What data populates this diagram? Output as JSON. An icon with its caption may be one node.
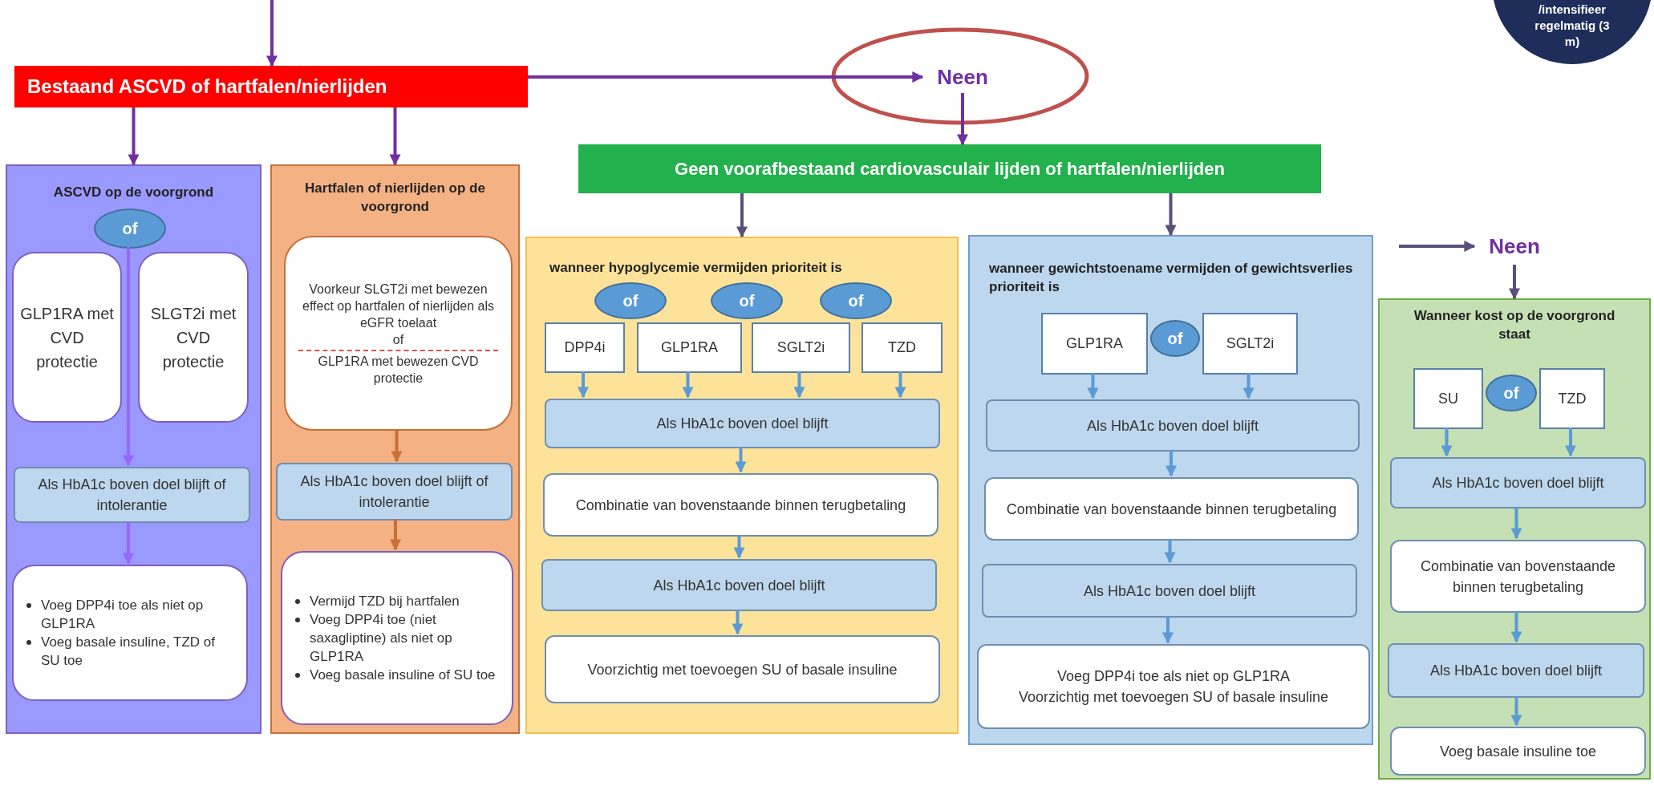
{
  "diagram": {
    "nodes": [
      {
        "text": [
          "Bestaand ASCVD of hartfalen/nierlijden"
        ]
      },
      {
        "text": [
          "Neen"
        ]
      },
      {
        "text": [
          "/intensifieer regelmatig (3 m)"
        ]
      },
      {
        "text": [
          "Geen voorafbestaand cardiovasculair lijden of hartfalen/nierlijden"
        ]
      },
      {
        "text": [
          "ASCVD op de voorgrond"
        ]
      },
      {
        "text": [
          "of"
        ],
        "in": 4
      },
      {
        "text": [
          "GLP1RA met CVD protectie"
        ],
        "in": 4
      },
      {
        "text": [
          "SLGT2i met CVD protectie"
        ],
        "in": 4
      },
      {
        "text": [
          "Als HbA1c boven doel blijft of intolerantie"
        ],
        "in": 4
      },
      {
        "text": [
          "Voeg DPP4i toe als niet op GLP1RA",
          "Voeg basale insuline, TZD of SU toe"
        ],
        "in": 4
      },
      {
        "text": [
          "Hartfalen of nierlijden op de voorgrond"
        ]
      },
      {
        "text": [
          "Voorkeur SLGT2i met bewezen effect op hartfalen of nierlijden als eGFR toelaat",
          "of",
          "GLP1RA met bewezen CVD protectie"
        ],
        "in": 10
      },
      {
        "text": [
          "Als HbA1c boven doel blijft of intolerantie"
        ],
        "in": 10
      },
      {
        "text": [
          "Vermijd TZD bij hartfalen",
          "Voeg DPP4i toe (niet saxagliptine) als niet op GLP1RA",
          "Voeg basale insuline of SU toe"
        ],
        "in": 10
      },
      {
        "text": [
          "wanneer hypoglycemie vermijden prioriteit is"
        ]
      },
      {
        "text": [
          "of"
        ],
        "in": 14
      },
      {
        "text": [
          "of"
        ],
        "in": 14
      },
      {
        "text": [
          "of"
        ],
        "in": 14
      },
      {
        "text": [
          "DPP4i"
        ],
        "in": 14
      },
      {
        "text": [
          "GLP1RA"
        ],
        "in": 14
      },
      {
        "text": [
          "SGLT2i"
        ],
        "in": 14
      },
      {
        "text": [
          "TZD"
        ],
        "in": 14
      },
      {
        "text": [
          "Als HbA1c boven doel blijft"
        ],
        "in": 14
      },
      {
        "text": [
          "Combinatie van bovenstaande binnen terugbetaling"
        ],
        "in": 14
      },
      {
        "text": [
          "Als HbA1c boven doel blijft"
        ],
        "in": 14
      },
      {
        "text": [
          "Voorzichtig met toevoegen SU of basale insuline"
        ],
        "in": 14
      },
      {
        "text": [
          "wanneer gewichtstoename vermijden of gewichtsverlies prioriteit is"
        ]
      },
      {
        "text": [
          "of"
        ],
        "in": 26
      },
      {
        "text": [
          "GLP1RA"
        ],
        "in": 26
      },
      {
        "text": [
          "SGLT2i"
        ],
        "in": 26
      },
      {
        "text": [
          "Als HbA1c boven doel blijft"
        ],
        "in": 26
      },
      {
        "text": [
          "Combinatie van bovenstaande binnen terugbetaling"
        ],
        "in": 26
      },
      {
        "text": [
          "Als HbA1c boven doel blijft"
        ],
        "in": 26
      },
      {
        "text": [
          "Voeg DPP4i toe als niet op GLP1RA",
          "Voorzichtig met toevoegen SU of basale insuline"
        ],
        "in": 26
      },
      {
        "text": [
          "Neen"
        ]
      },
      {
        "text": [
          "Wanneer kost op de voorgrond staat"
        ]
      },
      {
        "text": [
          "of"
        ],
        "in": 35
      },
      {
        "text": [
          "SU"
        ],
        "in": 35
      },
      {
        "text": [
          "TZD"
        ],
        "in": 35
      },
      {
        "text": [
          "Als HbA1c boven doel blijft"
        ],
        "in": 35
      },
      {
        "text": [
          "Combinatie van bovenstaande binnen terugbetaling"
        ],
        "in": 35
      },
      {
        "text": [
          "Als HbA1c boven doel blijft"
        ],
        "in": 35
      },
      {
        "text": [
          "Voeg basale insuline toe"
        ],
        "in": 35
      }
    ],
    "edges": [
      {
        "from": null,
        "to": 0,
        "arrow": "to",
        "color": "#7030a0"
      },
      {
        "from": 0,
        "to": 1,
        "arrow": "to",
        "color": "#7030a0"
      },
      {
        "from": 1,
        "to": 3,
        "arrow": "to",
        "color": "#7030a0"
      },
      {
        "from": 0,
        "to": 4,
        "arrow": "to",
        "color": "#7030a0"
      },
      {
        "from": 0,
        "to": 10,
        "arrow": "to",
        "color": "#7030a0"
      },
      {
        "from": 3,
        "to": 14,
        "arrow": "to",
        "color": "#5b4f7a"
      },
      {
        "from": 3,
        "to": 26,
        "arrow": "to",
        "color": "#5b4f7a"
      },
      {
        "from": 5,
        "to": 8,
        "arrow": "to",
        "color": "#9966ff"
      },
      {
        "from": 8,
        "to": 9,
        "arrow": "to",
        "color": "#9966ff"
      },
      {
        "from": 11,
        "to": 12,
        "arrow": "to",
        "color": "#c8703a"
      },
      {
        "from": 12,
        "to": 13,
        "arrow": "to",
        "color": "#c8703a"
      },
      {
        "from": 18,
        "to": 22,
        "arrow": "to"
      },
      {
        "from": 19,
        "to": 22,
        "arrow": "to"
      },
      {
        "from": 20,
        "to": 22,
        "arrow": "to"
      },
      {
        "from": 21,
        "to": 22,
        "arrow": "to"
      },
      {
        "from": 22,
        "to": 23,
        "arrow": "to"
      },
      {
        "from": 23,
        "to": 24,
        "arrow": "to"
      },
      {
        "from": 24,
        "to": 25,
        "arrow": "to"
      },
      {
        "from": 28,
        "to": 30,
        "arrow": "to"
      },
      {
        "from": 29,
        "to": 30,
        "arrow": "to"
      },
      {
        "from": 30,
        "to": 31,
        "arrow": "to"
      },
      {
        "from": 31,
        "to": 32,
        "arrow": "to"
      },
      {
        "from": 32,
        "to": 33,
        "arrow": "to"
      },
      {
        "from": null,
        "to": 34,
        "arrow": "to",
        "color": "#5b4f7a"
      },
      {
        "from": 34,
        "to": 35,
        "arrow": "to",
        "color": "#5b4f7a"
      },
      {
        "from": 37,
        "to": 39,
        "arrow": "to"
      },
      {
        "from": 38,
        "to": 39,
        "arrow": "to"
      },
      {
        "from": 39,
        "to": 40,
        "arrow": "to"
      },
      {
        "from": 40,
        "to": 41,
        "arrow": "to"
      },
      {
        "from": 41,
        "to": 42,
        "arrow": "to"
      }
    ]
  }
}
